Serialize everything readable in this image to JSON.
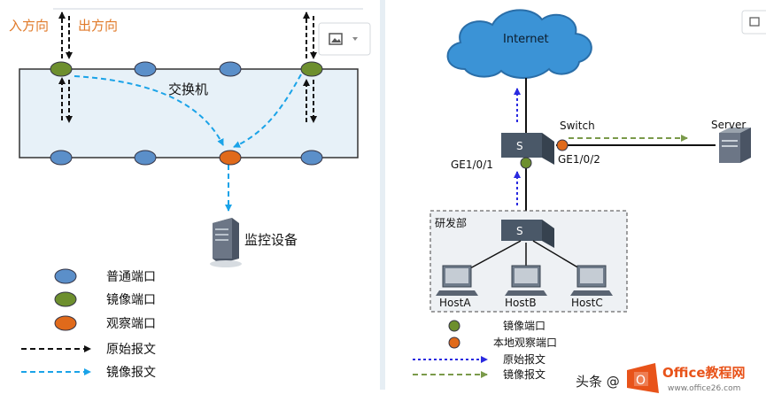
{
  "left_diagram": {
    "in_direction": "入方向",
    "out_direction": "出方向",
    "switch_label": "交换机",
    "monitor_label": "监控设备",
    "legend": [
      {
        "label": "普通端口",
        "color": "#5b8fc9"
      },
      {
        "label": "镜像端口",
        "color": "#6d8f2e"
      },
      {
        "label": "观察端口",
        "color": "#e06a1b"
      },
      {
        "label": "原始报文",
        "color": "#111111"
      },
      {
        "label": "镜像报文",
        "color": "#1aa3e8"
      }
    ]
  },
  "right_diagram": {
    "internet": "Internet",
    "switch": "Switch",
    "server": "Server",
    "port_left": "GE1/0/1",
    "port_right": "GE1/0/2",
    "dept": "研发部",
    "hosts": [
      "HostA",
      "HostB",
      "HostC"
    ],
    "legend": [
      {
        "label": "镜像端口",
        "color": "#6d8f2e"
      },
      {
        "label": "本地观察端口",
        "color": "#e06a1b"
      },
      {
        "label": "原始报文",
        "color": "#2a2ae0"
      },
      {
        "label": "镜像报文",
        "color": "#7a9a4a"
      }
    ]
  },
  "watermark": {
    "source": "头条 @",
    "brand": "Office教程网",
    "url": "www.office26.com"
  },
  "icons": [
    "image-placeholder-icon",
    "chevron-down-icon"
  ]
}
